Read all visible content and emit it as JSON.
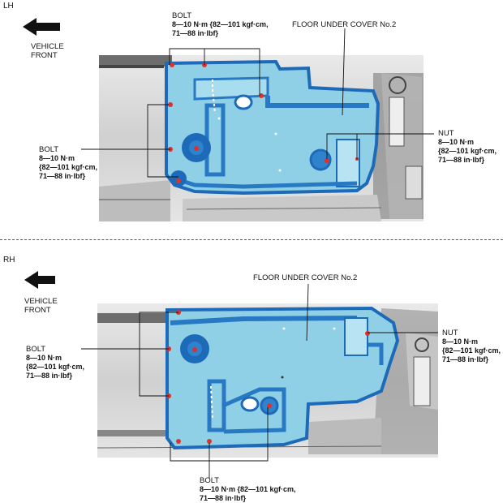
{
  "sections": {
    "lh": {
      "section_label": "LH",
      "vehicle_front": [
        "VEHICLE",
        "FRONT"
      ],
      "cover_label": "FLOOR UNDER COVER No.2",
      "bolt_top": {
        "title": "BOLT",
        "spec": "8—10 N·m {82—101 kgf·cm,",
        "spec2": "71—88 in·lbf}"
      },
      "bolt_left": {
        "title": "BOLT",
        "lines": [
          "8—10 N·m",
          "{82—101 kgf·cm,",
          "71—88 in·lbf}"
        ]
      },
      "nut": {
        "title": "NUT",
        "lines": [
          "8—10 N·m",
          "{82—101 kgf·cm,",
          "71—88 in·lbf}"
        ]
      }
    },
    "rh": {
      "section_label": "RH",
      "vehicle_front": [
        "VEHICLE",
        "FRONT"
      ],
      "cover_label": "FLOOR UNDER COVER No.2",
      "bolt_left": {
        "title": "BOLT",
        "lines": [
          "8—10 N·m",
          "{82—101 kgf·cm,",
          "71—88 in·lbf}"
        ]
      },
      "nut": {
        "title": "NUT",
        "lines": [
          "8—10 N·m",
          "{82—101 kgf·cm,",
          "71—88 in·lbf}"
        ]
      },
      "bolt_bottom": {
        "title": "BOLT",
        "spec": "8—10 N·m {82—101 kgf·cm,",
        "spec2": "71—88 in·lbf}"
      }
    }
  },
  "colors": {
    "cover_fill": "#7fcbe3",
    "cover_edge": "#1d6bb8",
    "fastener": "#d9342b",
    "body_grey": "#9a9a9a"
  }
}
